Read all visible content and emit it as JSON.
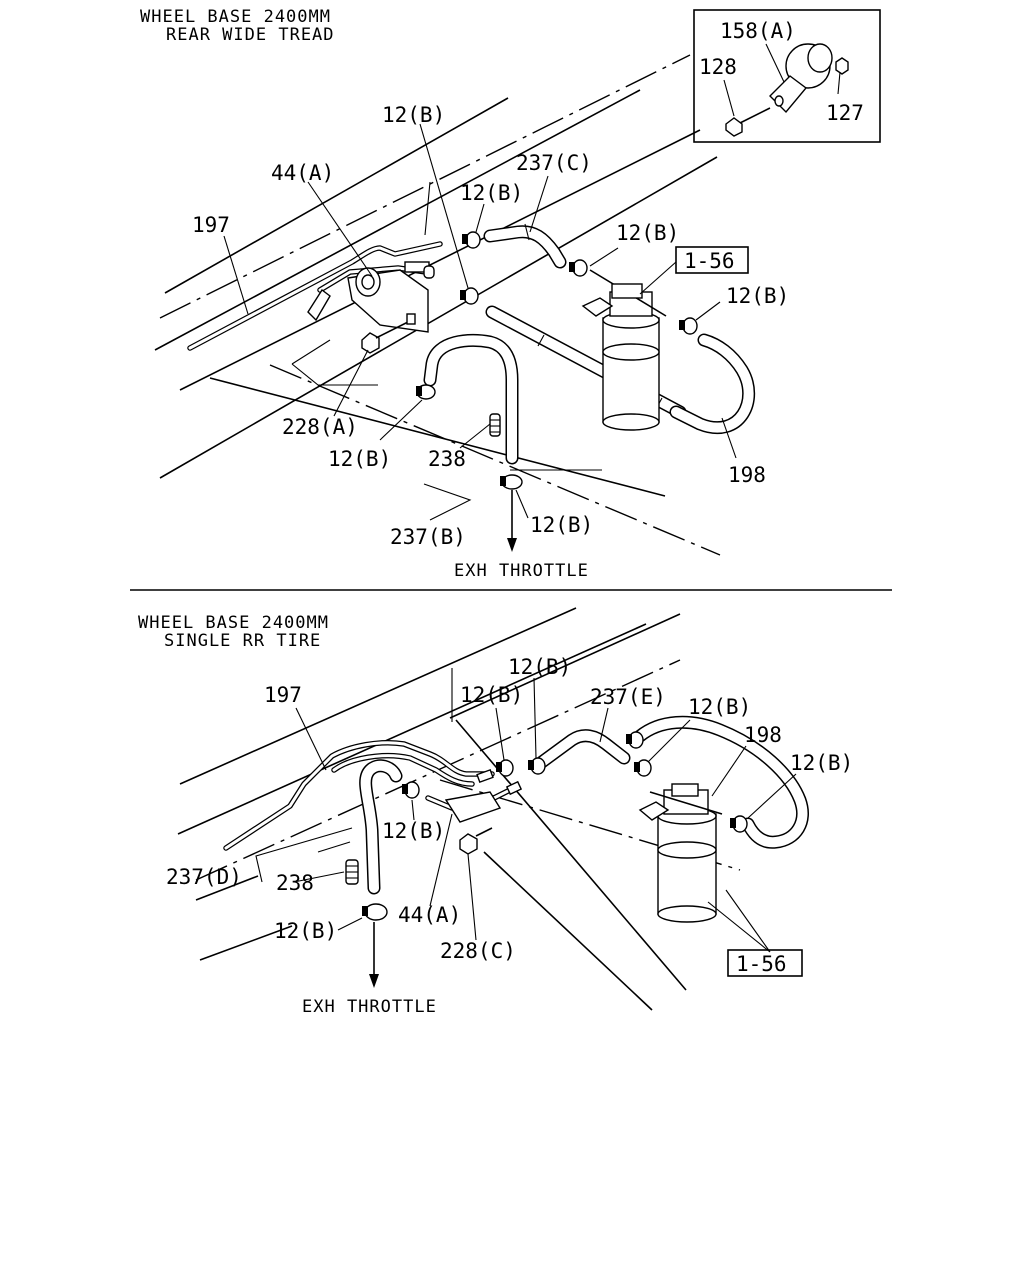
{
  "upper": {
    "header_line1": "WHEEL BASE 2400MM",
    "header_line2": "REAR WIDE TREAD",
    "inset": {
      "label_158A": "158(A)",
      "label_128": "128",
      "label_127": "127"
    },
    "callouts": {
      "c12B_top": "12(B)",
      "c44A": "44(A)",
      "c197": "197",
      "c237C": "237(C)",
      "c12B_a": "12(B)",
      "c12B_b": "12(B)",
      "ref156": "1-56",
      "c12B_c": "12(B)",
      "c228A": "228(A)",
      "c12B_d": "12(B)",
      "c238": "238",
      "c198": "198",
      "c237B": "237(B)",
      "c12B_e": "12(B)"
    },
    "exh_label": "EXH THROTTLE"
  },
  "lower": {
    "header_line1": "WHEEL BASE 2400MM",
    "header_line2": "SINGLE RR TIRE",
    "callouts": {
      "c197": "197",
      "c12B_a": "12(B)",
      "c12B_b": "12(B)",
      "c237E": "237(E)",
      "c12B_c": "12(B)",
      "c198": "198",
      "c12B_d": "12(B)",
      "c12B_e": "12(B)",
      "c237D": "237(D)",
      "c238": "238",
      "c44A": "44(A)",
      "c12B_f": "12(B)",
      "c228C": "228(C)",
      "ref156": "1-56"
    },
    "exh_label": "EXH THROTTLE"
  },
  "icons": [
    "hose-clamp-icon",
    "canister-icon",
    "bracket-icon",
    "bolt-icon",
    "nut-icon",
    "arrow-down-icon"
  ]
}
